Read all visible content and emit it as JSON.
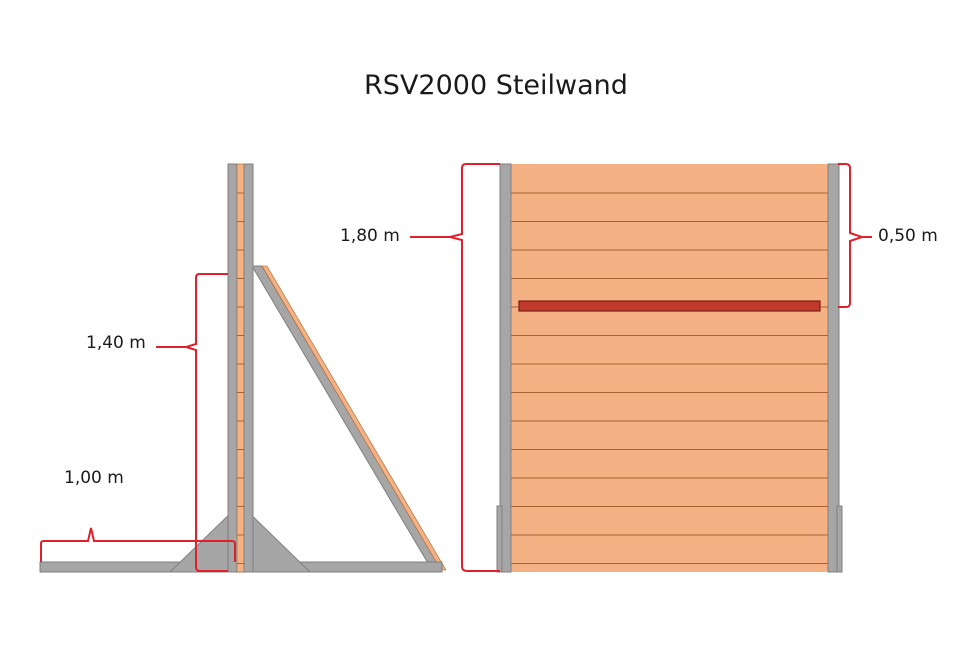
{
  "title": "RSV2000 Steilwand",
  "dimensions": {
    "base_width": "1,00 m",
    "side_height": "1,40 m",
    "wall_height": "1,80 m",
    "upper_section": "0,50 m"
  },
  "colors": {
    "wood": "#F4B183",
    "wood_line": "#A8632E",
    "steel": "#A6A6A6",
    "steel_edge": "#7F7F7F",
    "dimension_line": "#E0202A",
    "crossbar": "#C0392B",
    "crossbar_edge": "#7B1F14"
  }
}
